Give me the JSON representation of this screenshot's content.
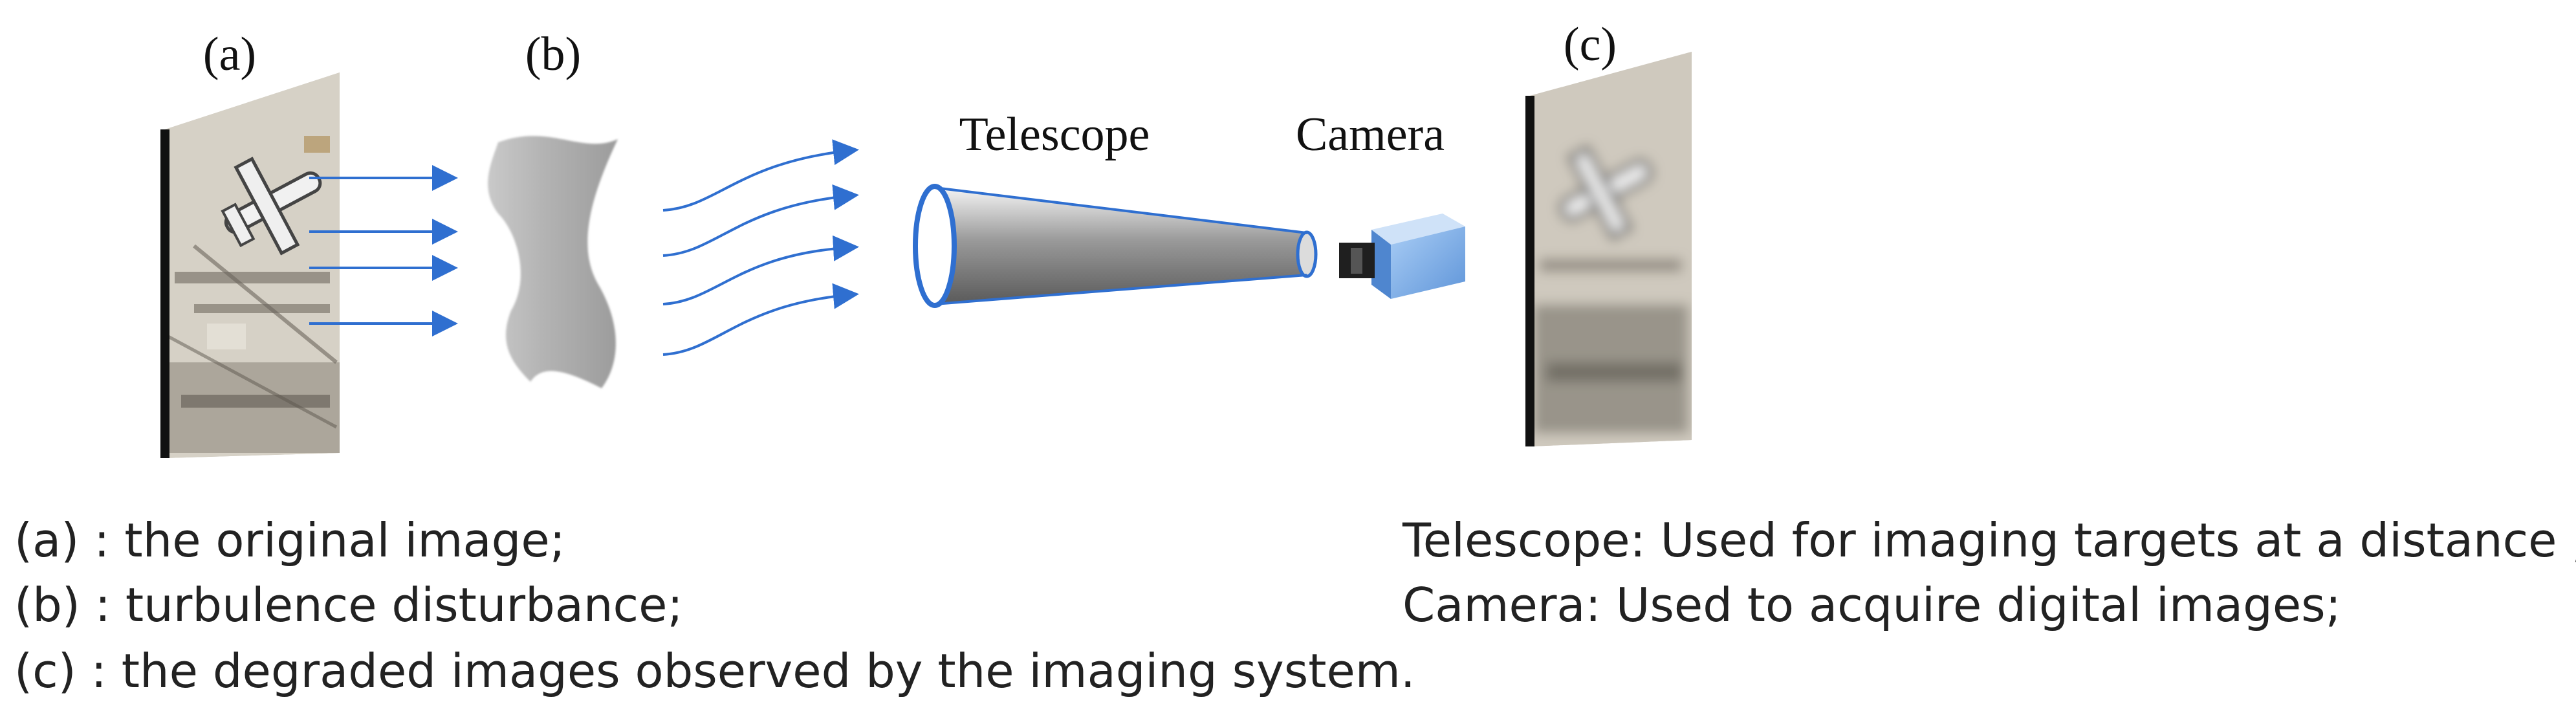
{
  "panels": {
    "a": {
      "label": "(a)"
    },
    "b": {
      "label": "(b)"
    },
    "c": {
      "label": "(c)"
    }
  },
  "devices": {
    "telescope": {
      "label": "Telescope"
    },
    "camera": {
      "label": "Camera"
    }
  },
  "legend": {
    "left": [
      "(a) : the original image;",
      "(b) : turbulence disturbance;",
      "(c) : the degraded images observed by the imaging system."
    ],
    "right": [
      "Telescope: Used for imaging targets at a distance ;",
      "Camera: Used to acquire digital images;"
    ]
  },
  "colors": {
    "arrow": "#2f6fd0",
    "frame_border": "#111111",
    "turbulence": "#b9b9b9",
    "telescope_rim": "#2f6fd0",
    "camera_body": "#7fb0e8",
    "camera_lens": "#222222"
  }
}
